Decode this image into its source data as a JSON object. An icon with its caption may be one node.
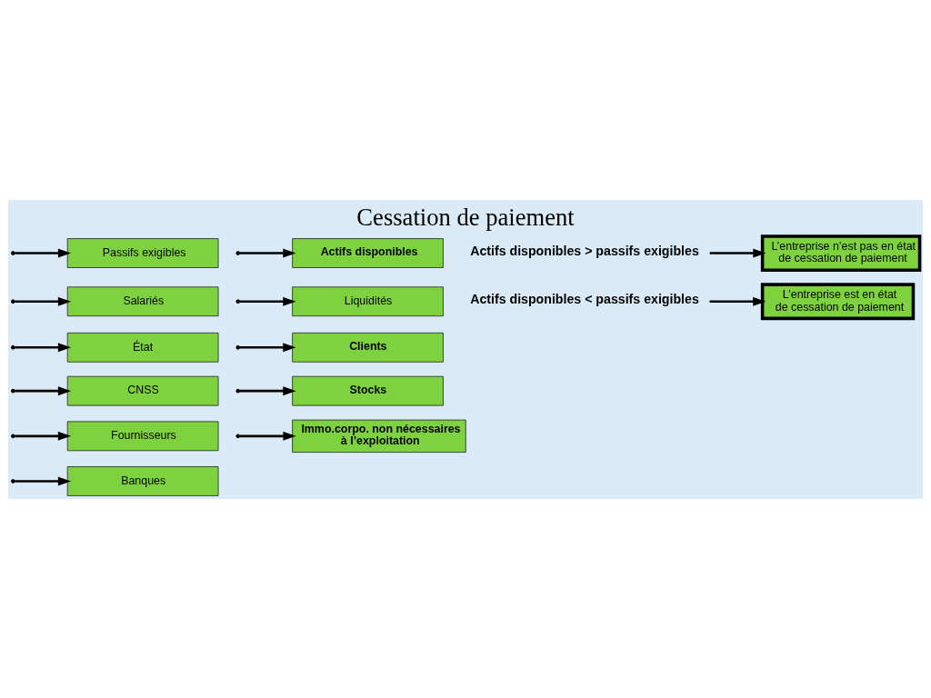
{
  "diagram": {
    "title": "Cessation de paiement",
    "nodes": [
      {
        "text": [
          "Passifs exigibles"
        ]
      },
      {
        "text": [
          "Salariés"
        ]
      },
      {
        "text": [
          "État"
        ]
      },
      {
        "text": [
          "CNSS"
        ]
      },
      {
        "text": [
          "Fournisseurs"
        ]
      },
      {
        "text": [
          "Banques"
        ]
      },
      {
        "text": [
          "Actifs disponibles"
        ]
      },
      {
        "text": [
          "Liquidités"
        ]
      },
      {
        "text": [
          "Clients"
        ]
      },
      {
        "text": [
          "Stocks"
        ]
      },
      {
        "text": [
          "Immo.corpo. non nécessaires à l’exploitation"
        ]
      },
      {
        "text": [
          "Actifs disponibles > passifs exigibles"
        ]
      },
      {
        "text": [
          "L’entreprise n’est pas en état de cessation de paiement"
        ]
      },
      {
        "text": [
          "Actifs disponibles < passifs exigibles"
        ]
      },
      {
        "text": [
          "L’entreprise est en état de cessation de paiement"
        ]
      }
    ],
    "edges": [
      {
        "from": null,
        "to": 0,
        "arrow": "to"
      },
      {
        "from": null,
        "to": 1,
        "arrow": "to"
      },
      {
        "from": null,
        "to": 2,
        "arrow": "to"
      },
      {
        "from": null,
        "to": 3,
        "arrow": "to"
      },
      {
        "from": null,
        "to": 4,
        "arrow": "to"
      },
      {
        "from": null,
        "to": 5,
        "arrow": "to"
      },
      {
        "from": null,
        "to": 6,
        "arrow": "to"
      },
      {
        "from": null,
        "to": 7,
        "arrow": "to"
      },
      {
        "from": null,
        "to": 8,
        "arrow": "to"
      },
      {
        "from": null,
        "to": 9,
        "arrow": "to"
      },
      {
        "from": null,
        "to": 10,
        "arrow": "to"
      },
      {
        "from": 11,
        "to": 12,
        "arrow": "to"
      },
      {
        "from": 13,
        "to": 14,
        "arrow": "to"
      }
    ]
  }
}
